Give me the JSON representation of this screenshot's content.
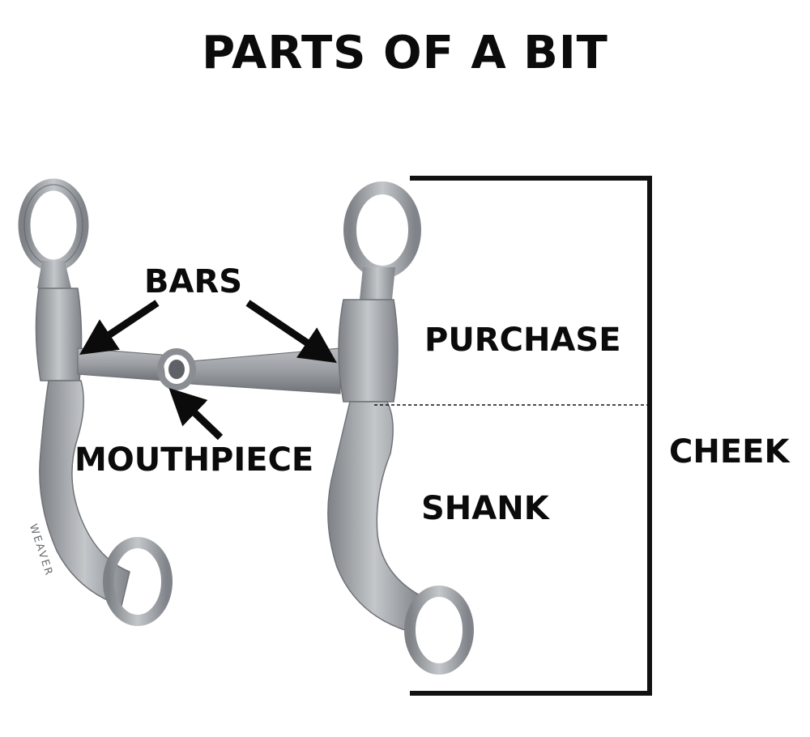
{
  "title": "PARTS OF A BIT",
  "labels": {
    "bars": "BARS",
    "mouthpiece": "MOUTHPIECE",
    "purchase": "PURCHASE",
    "shank": "SHANK",
    "cheek": "CHEEK"
  },
  "engraving": "WEAVER",
  "colors": {
    "text": "#0b0b0b",
    "metal": "#9da1a5",
    "metal_dark": "#6f7377",
    "bracket": "#111111"
  }
}
